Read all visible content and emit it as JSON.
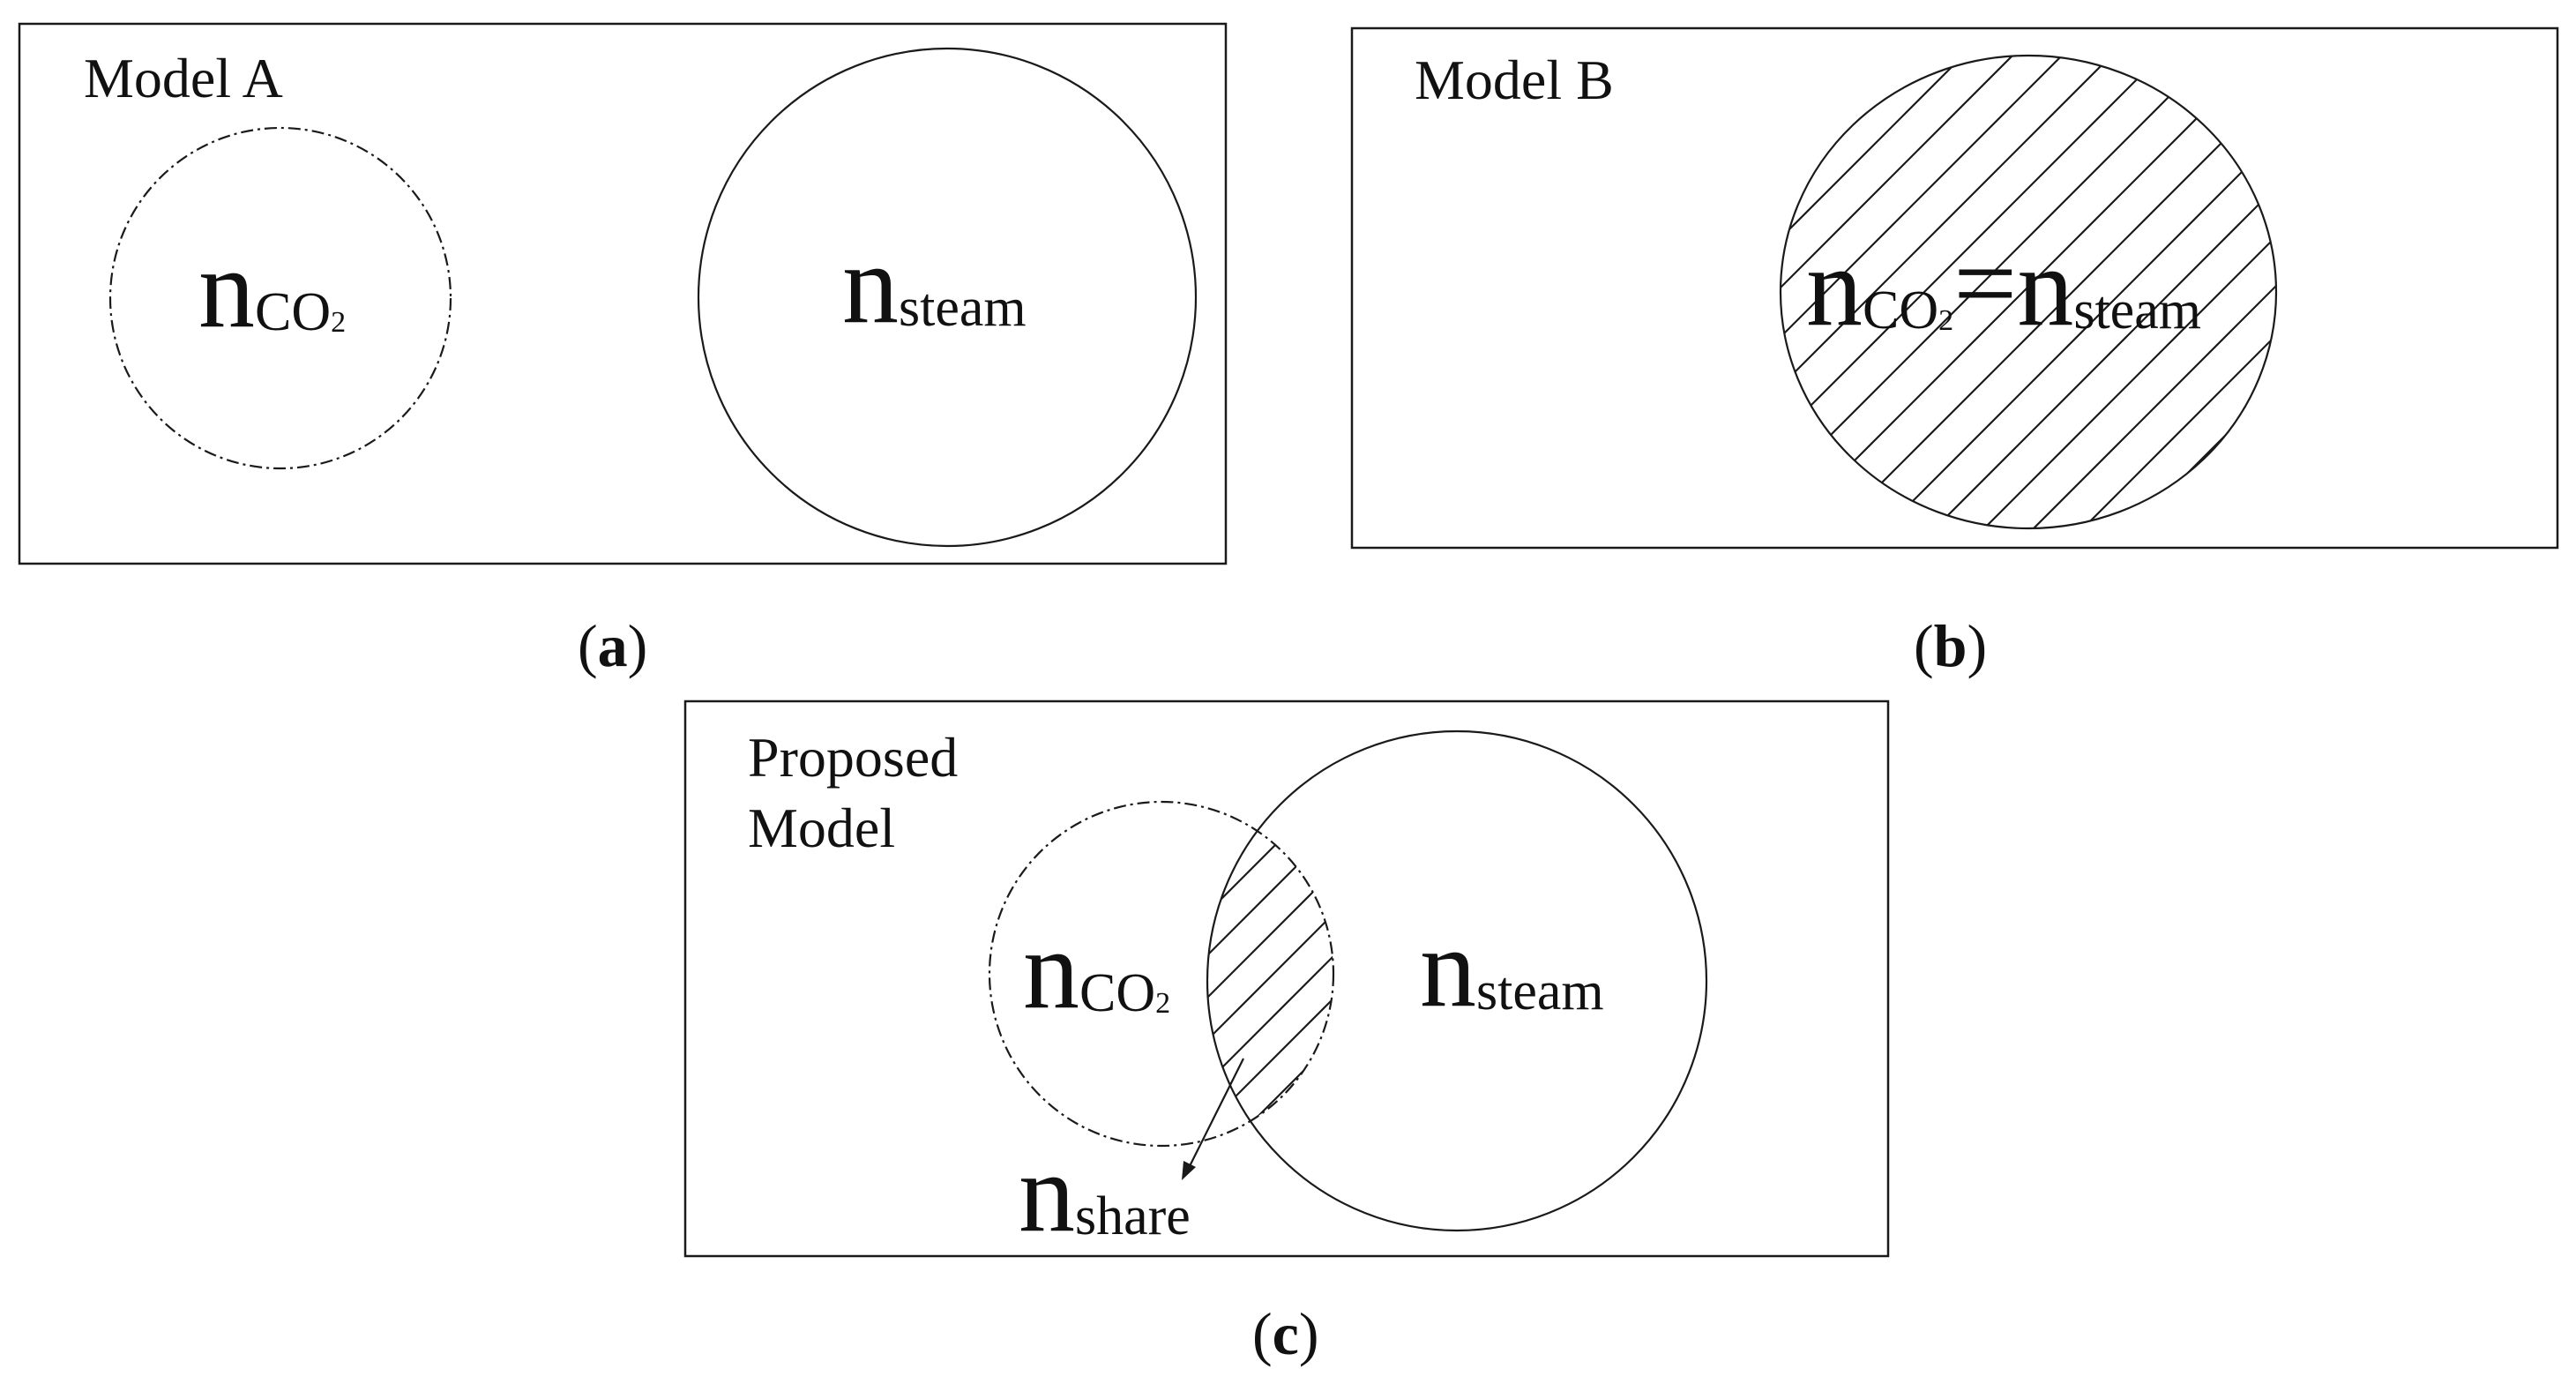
{
  "panels": {
    "a": {
      "title": "Model A",
      "caption_open": "(",
      "caption_letter": "a",
      "caption_close": ")",
      "left_circle": {
        "main": "n",
        "sub": "CO",
        "subsub": "2"
      },
      "right_circle": {
        "main": "n",
        "sub": "steam"
      }
    },
    "b": {
      "title": "Model B",
      "caption_open": "(",
      "caption_letter": "b",
      "caption_close": ")",
      "equation": {
        "left_main": "n",
        "left_sub": "CO",
        "left_subsub": "2",
        "equals": "=",
        "right_main": "n",
        "right_sub": "steam"
      }
    },
    "c": {
      "title_line1": "Proposed",
      "title_line2": "Model",
      "caption_open": "(",
      "caption_letter": "c",
      "caption_close": ")",
      "left_circle": {
        "main": "n",
        "sub": "CO",
        "subsub": "2"
      },
      "right_circle": {
        "main": "n",
        "sub": "steam"
      },
      "share_label": {
        "main": "n",
        "sub": "share"
      }
    }
  },
  "colors": {
    "stroke": "#1a1a1a",
    "text": "#111111",
    "background": "#ffffff"
  }
}
